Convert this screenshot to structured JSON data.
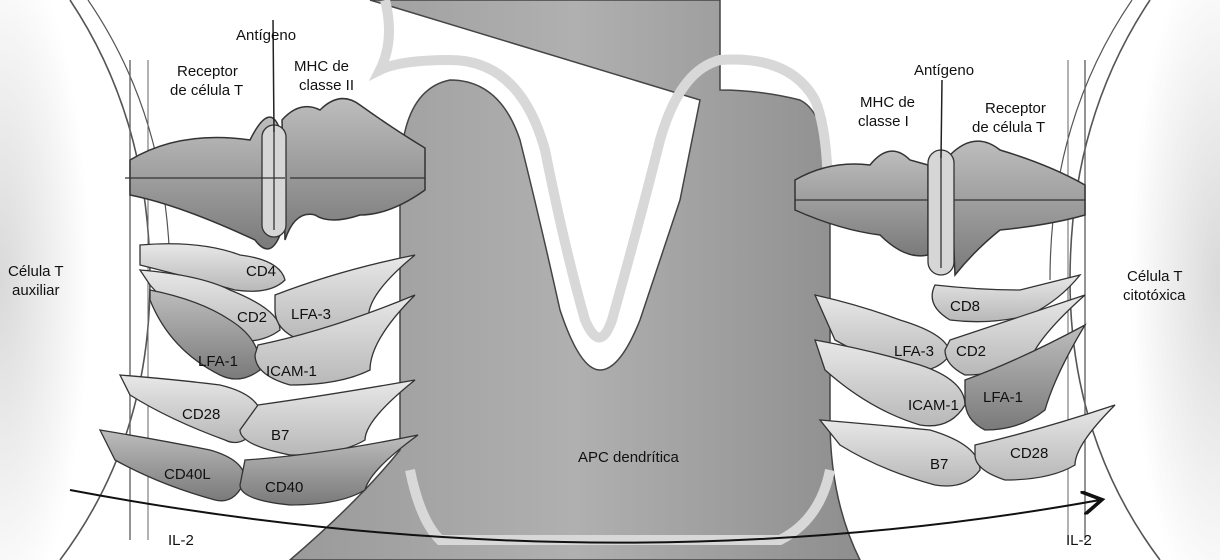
{
  "left_cell": {
    "line1": "Célula T",
    "line2": "auxiliar"
  },
  "right_cell": {
    "line1": "Célula T",
    "line2": "citotóxica"
  },
  "center_cell": "APC dendrítica",
  "left_top": {
    "antigen": "Antígeno",
    "tcr_line1": "Receptor",
    "tcr_line2": "de célula T",
    "mhc_line1": "MHC de",
    "mhc_line2": "classe II"
  },
  "right_top": {
    "antigen": "Antígeno",
    "mhc_line1": "MHC de",
    "mhc_line2": "classe I",
    "tcr_line1": "Receptor",
    "tcr_line2": "de célula T"
  },
  "left_pairs": {
    "cd4": "CD4",
    "cd2": "CD2",
    "lfa3": "LFA-3",
    "lfa1": "LFA-1",
    "icam1": "ICAM-1",
    "cd28": "CD28",
    "b7": "B7",
    "cd40l": "CD40L",
    "cd40": "CD40"
  },
  "right_pairs": {
    "cd8": "CD8",
    "lfa3": "LFA-3",
    "cd2": "CD2",
    "icam1": "ICAM-1",
    "lfa1": "LFA-1",
    "b7": "B7",
    "cd28": "CD28"
  },
  "il2_left": "IL-2",
  "il2_right": "IL-2"
}
